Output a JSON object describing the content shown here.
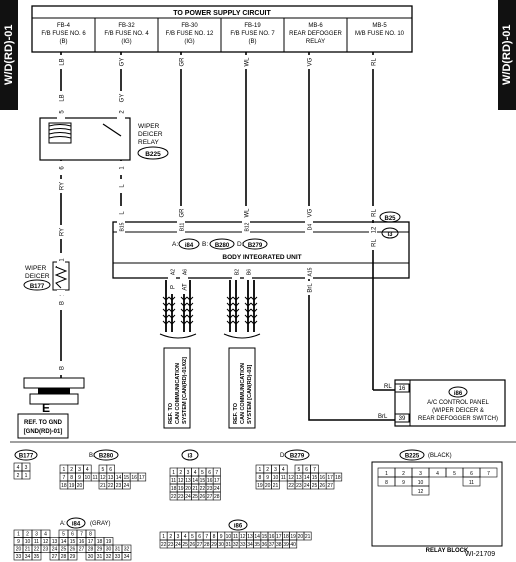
{
  "side_label": "W/D(RD)-01",
  "header": {
    "title": "TO POWER SUPPLY CIRCUIT",
    "fuses": [
      {
        "l1": "FB-4",
        "l2": "F/B FUSE NO. 6",
        "l3": "(B)"
      },
      {
        "l1": "FB-32",
        "l2": "F/B FUSE NO. 4",
        "l3": "(IG)"
      },
      {
        "l1": "FB-30",
        "l2": "F/B FUSE NO. 12",
        "l3": "(IG)"
      },
      {
        "l1": "FB-19",
        "l2": "F/B FUSE NO. 7",
        "l3": "(B)"
      },
      {
        "l1": "MB-6",
        "l2": "REAR DEFOGGER",
        "l3": "RELAY"
      },
      {
        "l1": "MB-5",
        "l2": "M/B FUSE NO. 10",
        "l3": ""
      }
    ]
  },
  "wires": {
    "lb": "LB",
    "gy": "GY",
    "gr": "GR",
    "wl": "WL",
    "vg": "VG",
    "rl": "RL",
    "ry": "RY",
    "l": "L",
    "b": "B",
    "brl": "BrL",
    "p": "P",
    "at": "AT",
    "a6": "A6",
    "b2": "B2",
    "b6": "B6"
  },
  "pins": {
    "p5": "5",
    "p6": "6",
    "p2": "2",
    "p1": "1",
    "p3": "3",
    "p7": "7",
    "p8": "8",
    "p12": "12",
    "b15": "B15",
    "b11": "B11",
    "b12": "B12",
    "b16": "B16",
    "d4": "D4",
    "d5": "D5",
    "a15": "A15",
    "a17": "A17",
    "a2": "A2",
    "d1": "D1",
    "p16": "16",
    "p39": "39"
  },
  "relay": {
    "label1": "WIPER",
    "label2": "DEICER",
    "label3": "RELAY",
    "conn": "B225"
  },
  "bim": {
    "a": "A:",
    "a_conn": "i84",
    "b": "B:",
    "b_conn": "B280",
    "d": "D:",
    "d_conn": "B279",
    "label": "BODY INTEGRATED UNIT"
  },
  "deicer": {
    "l1": "WIPER",
    "l2": "DEICER",
    "conn": "B177"
  },
  "jct": {
    "c1": "B25",
    "c2": "i3"
  },
  "ground": {
    "symbol": "E",
    "ref1": "REF. TO GND",
    "ref2": "[GND(RD)-01]"
  },
  "can_refs": [
    {
      "l1": "REF. TO",
      "l2": "CAN COMMUNICATION",
      "l3": "SYSTEM [CAN(RD)-01/02]"
    },
    {
      "l1": "REF. TO",
      "l2": "CAN COMMUNICATION",
      "l3": "SYSTEM [CAN(RD)-03]"
    }
  ],
  "acpanel": {
    "conn": "i86",
    "l1": "A/C CONTROL PANEL",
    "l2": "(WIPER DEICER &",
    "l3": "REAR DEFOGGER SWITCH)"
  },
  "connectors": {
    "b177": "B177",
    "b280": "B280",
    "b280_prefix": "B:",
    "i3": "i3",
    "b279": "B279",
    "b279_prefix": "D:",
    "b225": "B225",
    "b225_suffix": "(BLACK)",
    "i84": "i84",
    "i84_prefix": "A:",
    "i84_suffix": "(GRAY)",
    "i86": "i86",
    "relay_block": "RELAY BLOCK"
  },
  "grids": {
    "b177": [
      [
        "4",
        "3"
      ],
      [
        "2",
        "1"
      ]
    ],
    "b280": [
      [
        "1",
        "2",
        "3",
        "4",
        "",
        "5",
        "6"
      ],
      [
        "7",
        "8",
        "9",
        "10",
        "11",
        "12",
        "13",
        "14",
        "15",
        "16",
        "17"
      ],
      [
        "18",
        "19",
        "20",
        "",
        "",
        "21",
        "22",
        "23",
        "24"
      ]
    ],
    "i3": [
      [
        "1",
        "2",
        "3",
        "4",
        "5",
        "6",
        "7"
      ],
      [
        "11",
        "12",
        "13",
        "14",
        "15",
        "16",
        "17"
      ],
      [
        "18",
        "19",
        "20",
        "21",
        "22",
        "23",
        "24"
      ],
      [
        "22",
        "23",
        "24",
        "25",
        "26",
        "27",
        "28"
      ]
    ],
    "b279": [
      [
        "1",
        "2",
        "3",
        "4",
        "",
        "5",
        "6",
        "7"
      ],
      [
        "8",
        "9",
        "10",
        "11",
        "12",
        "13",
        "14",
        "15",
        "16",
        "17",
        "18"
      ],
      [
        "19",
        "20",
        "21",
        "",
        "22",
        "23",
        "24",
        "25",
        "26",
        "27"
      ]
    ],
    "i84": [
      [
        "1",
        "2",
        "3",
        "4",
        "",
        "5",
        "6",
        "7",
        "8"
      ],
      [
        "9",
        "10",
        "11",
        "12",
        "13",
        "14",
        "15",
        "16",
        "17",
        "18",
        "19"
      ],
      [
        "20",
        "21",
        "22",
        "23",
        "24",
        "25",
        "26",
        "27",
        "28",
        "29",
        "30",
        "31",
        "32"
      ],
      [
        "33",
        "34",
        "35",
        "",
        "27",
        "28",
        "29",
        "",
        "30",
        "31",
        "32",
        "33",
        "34"
      ]
    ],
    "i86": [
      [
        "1",
        "2",
        "3",
        "4",
        "5",
        "6",
        "7",
        "8",
        "9",
        "10",
        "11",
        "12",
        "13",
        "14",
        "15",
        "16",
        "17",
        "18",
        "19",
        "20",
        "21"
      ],
      [
        "22",
        "23",
        "24",
        "25",
        "26",
        "27",
        "28",
        "29",
        "30",
        "31",
        "32",
        "33",
        "34",
        "35",
        "36",
        "37",
        "38",
        "39",
        "40"
      ]
    ],
    "relay": [
      [
        "1",
        "2",
        "3",
        "4",
        "5",
        "6",
        "7"
      ],
      [
        "8",
        "9",
        "10",
        "",
        "",
        "11",
        ""
      ],
      [
        "",
        "",
        "12",
        "",
        "",
        "",
        ""
      ]
    ]
  },
  "figure_id": "WI-21709"
}
